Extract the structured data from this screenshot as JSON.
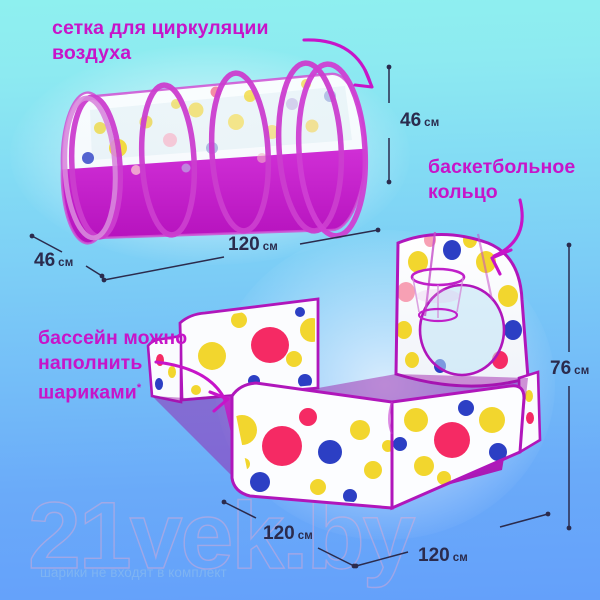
{
  "background": {
    "top_color": "#8ef0ef",
    "bottom_color": "#64a0fa"
  },
  "accent_color": "#c714c9",
  "dimension_text_color": "#2b2b4d",
  "headings": {
    "mesh": "сетка для циркуляции воздуха",
    "hoop": "баскетбольное кольцо",
    "pool_line1": "бассейн можно",
    "pool_line2": "наполнить",
    "pool_line3": "шариками",
    "pool_asterisk": "*"
  },
  "dimensions": {
    "tunnel_height": {
      "value": "46",
      "unit": "см"
    },
    "tunnel_depth": {
      "value": "46",
      "unit": "см"
    },
    "tunnel_length": {
      "value": "120",
      "unit": "см"
    },
    "pool_height": {
      "value": "76",
      "unit": "см"
    },
    "pool_width_left": {
      "value": "120",
      "unit": "см"
    },
    "pool_width_right": {
      "value": "120",
      "unit": "см"
    }
  },
  "footnote": "шарики не входят в комплект",
  "watermark": "21vek.by",
  "products": {
    "tunnel": {
      "name": "play tunnel",
      "frame_color": "#cc3ecf",
      "skirt_color": "#c018c7"
    },
    "pool": {
      "name": "ball pit pool with basketball hoop",
      "trim_color": "#b016bb",
      "floor_color": "#b01cc0"
    },
    "dot_colors": [
      "#f5d72e",
      "#f52a64",
      "#2c3fc4",
      "#f7a8c0",
      "#f2e25a"
    ]
  }
}
